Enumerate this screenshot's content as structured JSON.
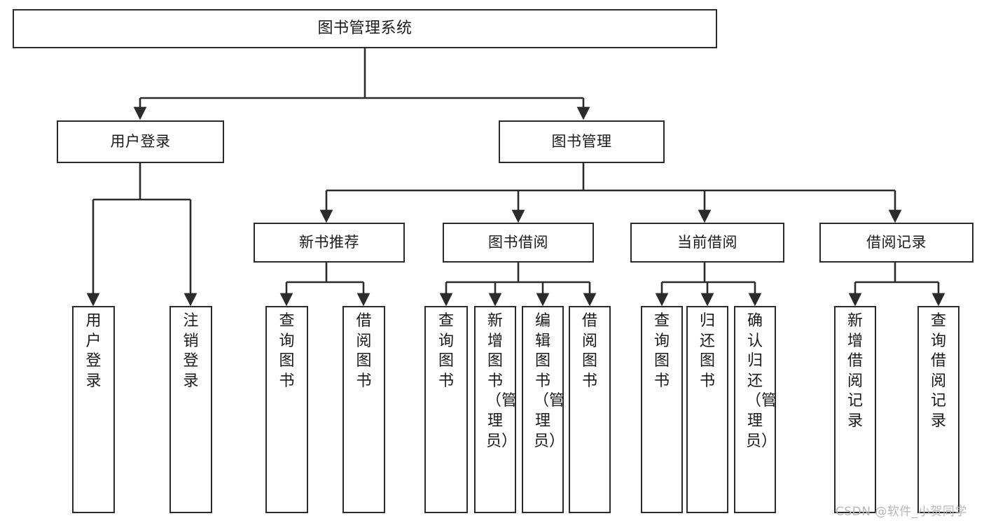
{
  "diagram": {
    "type": "tree",
    "title": "图书管理系统",
    "orientation": "top-down",
    "edge_color": "#2b2b2b",
    "box_border_color": "#2b2b2b",
    "box_fill_color": "#ffffff",
    "text_color": "#1a1a1a"
  },
  "nodes": {
    "root": {
      "label": "图书管理系统",
      "level": 1
    },
    "l2": [
      {
        "id": "user_login",
        "label": "用户登录",
        "level": 2
      },
      {
        "id": "book_manage",
        "label": "图书管理",
        "level": 2
      }
    ],
    "l3": [
      {
        "id": "new_book_rec",
        "label": "新书推荐",
        "level": 3,
        "parent": "book_manage"
      },
      {
        "id": "book_borrow",
        "label": "图书借阅",
        "level": 3,
        "parent": "book_manage"
      },
      {
        "id": "current_borrow",
        "label": "当前借阅",
        "level": 3,
        "parent": "book_manage"
      },
      {
        "id": "borrow_record",
        "label": "借阅记录",
        "level": 3,
        "parent": "book_manage"
      }
    ],
    "leaves": [
      {
        "id": "leaf_user_login",
        "label": "用户登录",
        "parent": "user_login"
      },
      {
        "id": "leaf_logout",
        "label": "注销登录",
        "parent": "user_login"
      },
      {
        "id": "leaf_query_book_1",
        "label": "查询图书",
        "parent": "new_book_rec"
      },
      {
        "id": "leaf_borrow_book_1",
        "label": "借阅图书",
        "parent": "new_book_rec"
      },
      {
        "id": "leaf_query_book_2",
        "label": "查询图书",
        "parent": "book_borrow"
      },
      {
        "id": "leaf_add_book",
        "label": "新增图书（管理员）",
        "parent": "book_borrow"
      },
      {
        "id": "leaf_edit_book",
        "label": "编辑图书（管理员）",
        "parent": "book_borrow"
      },
      {
        "id": "leaf_borrow_book_2",
        "label": "借阅图书",
        "parent": "book_borrow"
      },
      {
        "id": "leaf_query_book_3",
        "label": "查询图书",
        "parent": "current_borrow"
      },
      {
        "id": "leaf_return_book",
        "label": "归还图书",
        "parent": "current_borrow"
      },
      {
        "id": "leaf_confirm_return",
        "label": "确认归还（管理员）",
        "parent": "current_borrow"
      },
      {
        "id": "leaf_add_record",
        "label": "新增借阅记录",
        "parent": "borrow_record"
      },
      {
        "id": "leaf_query_record",
        "label": "查询借阅记录",
        "parent": "borrow_record"
      }
    ]
  },
  "watermark": {
    "text": "CSDN @软件_小贺同学",
    "color": "#b8b8b8"
  }
}
